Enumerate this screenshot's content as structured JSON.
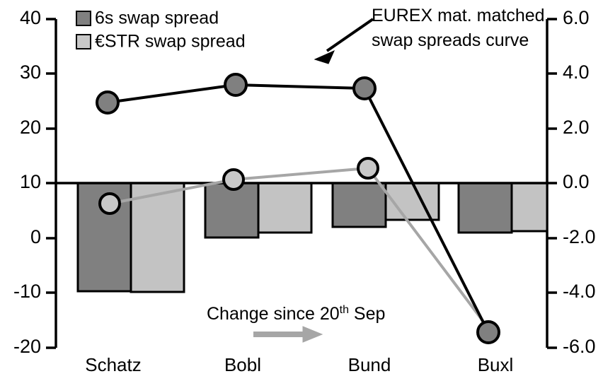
{
  "chart_data": {
    "type": "bar",
    "title": "",
    "categories": [
      "Schatz",
      "Bobl",
      "Bund",
      "Buxl"
    ],
    "xlabel": "",
    "ylabel": "",
    "ylim": [
      -20,
      40
    ],
    "y2lim": [
      -6.0,
      6.0
    ],
    "left_ticks": [
      "40",
      "30",
      "20",
      "10",
      "0",
      "-10",
      "-20"
    ],
    "left_tick_values": [
      40,
      30,
      20,
      10,
      0,
      -10,
      -20
    ],
    "right_ticks": [
      "6.0",
      "4.0",
      "2.0",
      "0.0",
      "-2.0",
      "-4.0",
      "-6.0"
    ],
    "right_tick_values": [
      6.0,
      4.0,
      2.0,
      0.0,
      -2.0,
      -4.0,
      -6.0
    ],
    "grid": false,
    "legend_position": "top-left",
    "zero_line_left_value": 10,
    "series": [
      {
        "name": "6s swap spread",
        "type": "bar",
        "axis": "right",
        "color": "#808080",
        "values": [
          -4.05,
          -1.95,
          -1.55,
          -1.8
        ],
        "left_axis_values": [
          -10.2,
          0.1,
          2.0,
          1.0
        ]
      },
      {
        "name": "€STR swap spread",
        "type": "bar",
        "axis": "right",
        "color": "#c3c3c3",
        "values": [
          -4.05,
          -1.75,
          -1.35,
          -1.75
        ],
        "left_axis_values": [
          -10.3,
          0.9,
          3.4,
          1.2
        ]
      },
      {
        "name": "EUREX mat. matched swap spreads curve",
        "type": "line",
        "axis": "left",
        "color": "#000000",
        "values": [
          24.6,
          28.0,
          27.4,
          -18.0
        ]
      },
      {
        "name": "Change since 20th Sep",
        "type": "line",
        "axis": "left",
        "color": "#a6a6a6",
        "values": [
          6.2,
          10.6,
          12.7,
          -18.1
        ]
      }
    ],
    "legend_entries": [
      {
        "label": "6s swap spread",
        "color": "#808080"
      },
      {
        "label": "€STR swap spread",
        "color": "#c8c8c8"
      }
    ],
    "annotations": [
      {
        "id": "eurex-note",
        "text_line1": "EUREX mat. matched",
        "text_line2": "swap spreads curve",
        "arrow": "down-left",
        "color": "#000000"
      },
      {
        "id": "change-note",
        "text_prefix": "Change since 20",
        "text_sup": "th",
        "text_suffix": " Sep",
        "arrow": "right",
        "color": "#a6a6a6"
      }
    ]
  },
  "legend": {
    "item_0": "6s swap spread",
    "item_1": "€STR swap spread"
  },
  "axes": {
    "left": {
      "t0": "40",
      "t1": "30",
      "t2": "20",
      "t3": "10",
      "t4": "0",
      "t5": "-10",
      "t6": "-20"
    },
    "right": {
      "t0": "6.0",
      "t1": "4.0",
      "t2": "2.0",
      "t3": "0.0",
      "t4": "-2.0",
      "t5": "-4.0",
      "t6": "-6.0"
    },
    "categories": {
      "c0": "Schatz",
      "c1": "Bobl",
      "c2": "Bund",
      "c3": "Buxl"
    }
  },
  "annotations": {
    "eurex_line1": "EUREX mat. matched",
    "eurex_line2": "swap spreads curve",
    "change_prefix": "Change since 20",
    "change_sup": "th",
    "change_suffix": " Sep"
  }
}
